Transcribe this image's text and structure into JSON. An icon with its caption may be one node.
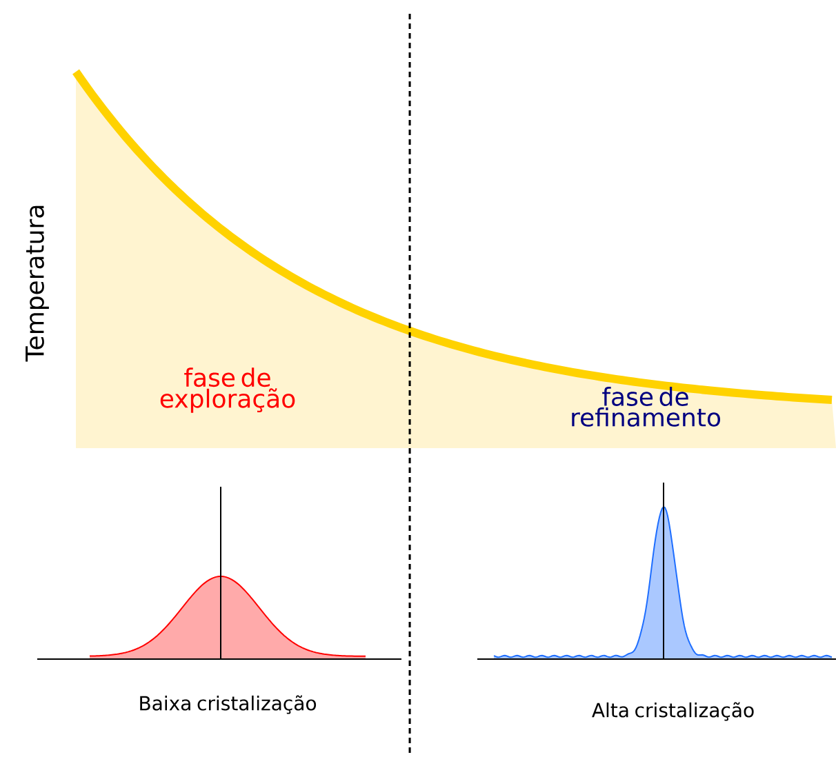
{
  "diagram": {
    "labels": [
      "Temperatura",
      "fase de exploração",
      "fase de refinamento",
      "Baixa cristalização",
      "Alta cristalização"
    ]
  }
}
